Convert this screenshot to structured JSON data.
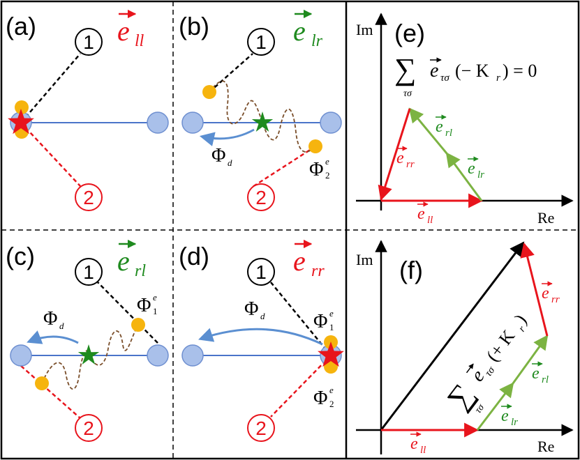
{
  "colors": {
    "red": "#e8141c",
    "green": "#1e8a1e",
    "lightgreen": "#7cb342",
    "blue_line": "#4a74c9",
    "node_fill": "#a9c0ea",
    "node_stroke": "#6e8fd0",
    "yellow": "#f6b40e",
    "brown": "#7a4e2a",
    "black": "#000000"
  },
  "panels": {
    "a": {
      "label": "(a)",
      "vec": "e",
      "sub": "ll"
    },
    "b": {
      "label": "(b)",
      "vec": "e",
      "sub": "lr",
      "phi_d": "Φ",
      "phi_d_sub": "d",
      "phi_e": "Φ",
      "phi_e_sup": "e",
      "phi_e_sub": "2"
    },
    "c": {
      "label": "(c)",
      "vec": "e",
      "sub": "rl",
      "phi_d": "Φ",
      "phi_d_sub": "d",
      "phi_e": "Φ",
      "phi_e_sup": "e",
      "phi_e_sub": "1"
    },
    "d": {
      "label": "(d)",
      "vec": "e",
      "sub": "rr",
      "phi_d": "Φ",
      "phi_d_sub": "d",
      "phi_e1": "Φ",
      "phi_e1_sup": "e",
      "phi_e1_sub": "1",
      "phi_e2": "Φ",
      "phi_e2_sup": "e",
      "phi_e2_sub": "2"
    },
    "e": {
      "label": "(e)",
      "im": "Im",
      "re": "Re",
      "sum_symbol": "∑",
      "sum_index": "τσ",
      "sum_body": "e",
      "sum_body_sub": "τσ",
      "sum_arg": "(− K",
      "sum_arg_sub": "r",
      "sum_close": ") = 0",
      "vec_ll": "ll",
      "vec_lr": "lr",
      "vec_rl": "rl",
      "vec_rr": "rr"
    },
    "f": {
      "label": "(f)",
      "im": "Im",
      "re": "Re",
      "sum_symbol": "∑",
      "sum_index": "τσ",
      "sum_body": "e",
      "sum_body_sub": "τσ",
      "sum_arg": "(+ K",
      "sum_arg_sub": "r",
      "sum_close": ")",
      "vec_ll": "ll",
      "vec_lr": "lr",
      "vec_rl": "rl",
      "vec_rr": "rr"
    }
  },
  "nodes": {
    "one": "1",
    "two": "2"
  }
}
